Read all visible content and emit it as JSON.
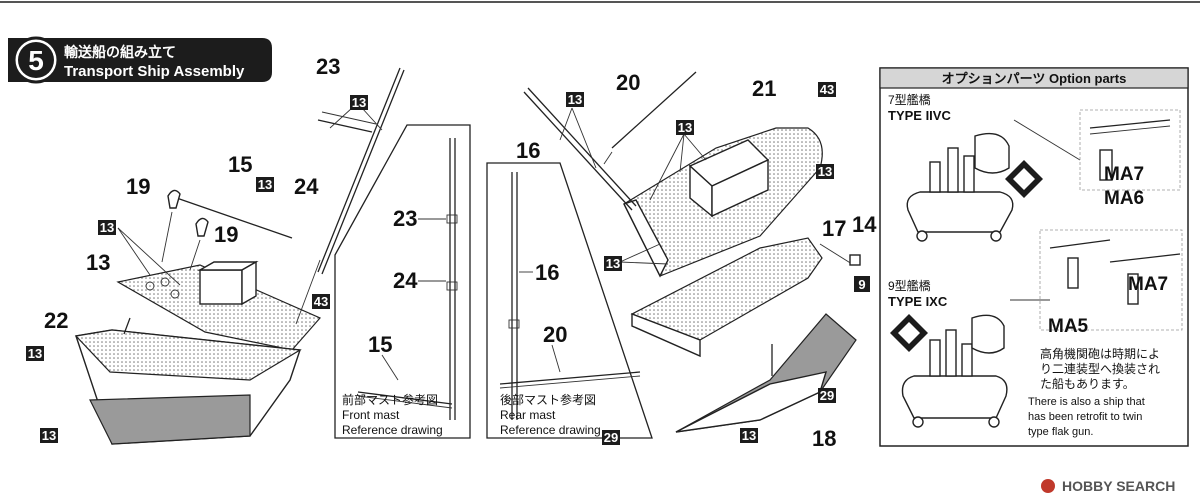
{
  "header": {
    "step_number": "5",
    "title_jp": "輸送船の組み立て",
    "title_en": "Transport Ship Assembly"
  },
  "part_labels": [
    "23",
    "20",
    "21",
    "16",
    "15",
    "24",
    "19",
    "19",
    "13",
    "22",
    "17",
    "14",
    "18",
    "23",
    "24",
    "16",
    "15",
    "20"
  ],
  "chips": [
    "13",
    "13",
    "13",
    "13",
    "13",
    "43",
    "13",
    "13",
    "43",
    "13",
    "13",
    "9",
    "29",
    "13",
    "29"
  ],
  "front_mast": {
    "jp": "前部マスト参考図",
    "en1": "Front mast",
    "en2": "Reference drawing"
  },
  "rear_mast": {
    "jp": "後部マスト参考図",
    "en1": "Rear mast",
    "en2": "Reference drawing"
  },
  "option_panel": {
    "title": "オプションパーツ  Option parts",
    "type7_jp": "7型艦橋",
    "type7_en": "TYPE IIVC",
    "type9_jp": "9型艦橋",
    "type9_en": "TYPE IXC",
    "ma7_a": "MA7",
    "ma6": "MA6",
    "ma7_b": "MA7",
    "ma5": "MA5",
    "note_jp_1": "高角機関砲は時期によ",
    "note_jp_2": "り二連装型へ換装され",
    "note_jp_3": "た船もあります。",
    "note_en_1": "There is also a ship that",
    "note_en_2": "has been retrofit to  twin",
    "note_en_3": "type flak gun."
  },
  "watermark": "HOBBY SEARCH",
  "colors": {
    "chip": "#1c1c1c",
    "header_bg": "#1c1c1c",
    "hull_band": "#9a9a9a",
    "deck_dots": "#888888"
  }
}
